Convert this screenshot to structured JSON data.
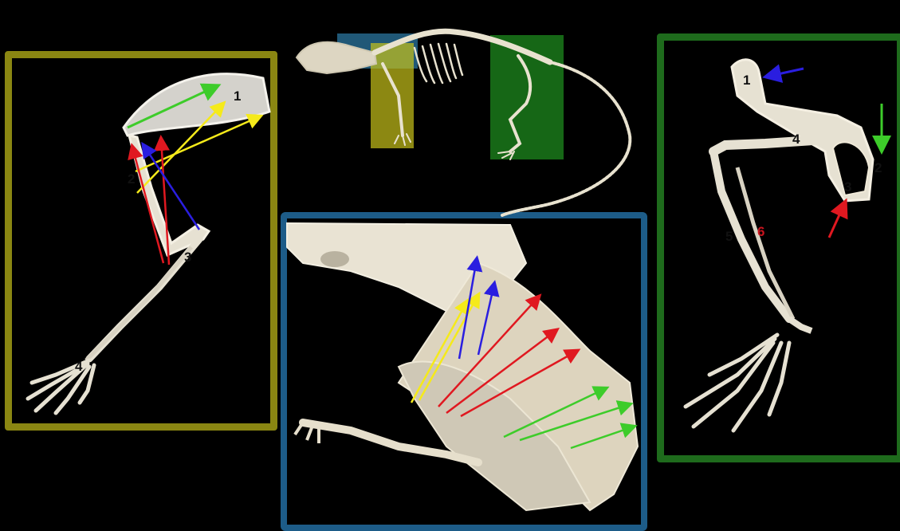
{
  "image": {
    "subject": "skeleton",
    "colors": {
      "forelimb_highlight": "#c8c21a",
      "hindlimb_highlight": "#1e8a1e",
      "neck_highlight": "#3aa0d8",
      "arrow_green": "#3dcc2a",
      "arrow_yellow": "#f5ea1a",
      "arrow_red": "#e01820",
      "arrow_blue": "#2a1ee0"
    }
  },
  "forelimb_panel": {
    "labels": [
      "1",
      "2",
      "3",
      "4"
    ]
  },
  "hindlimb_panel": {
    "labels": [
      "1",
      "2",
      "3",
      "4",
      "5",
      "6"
    ]
  }
}
